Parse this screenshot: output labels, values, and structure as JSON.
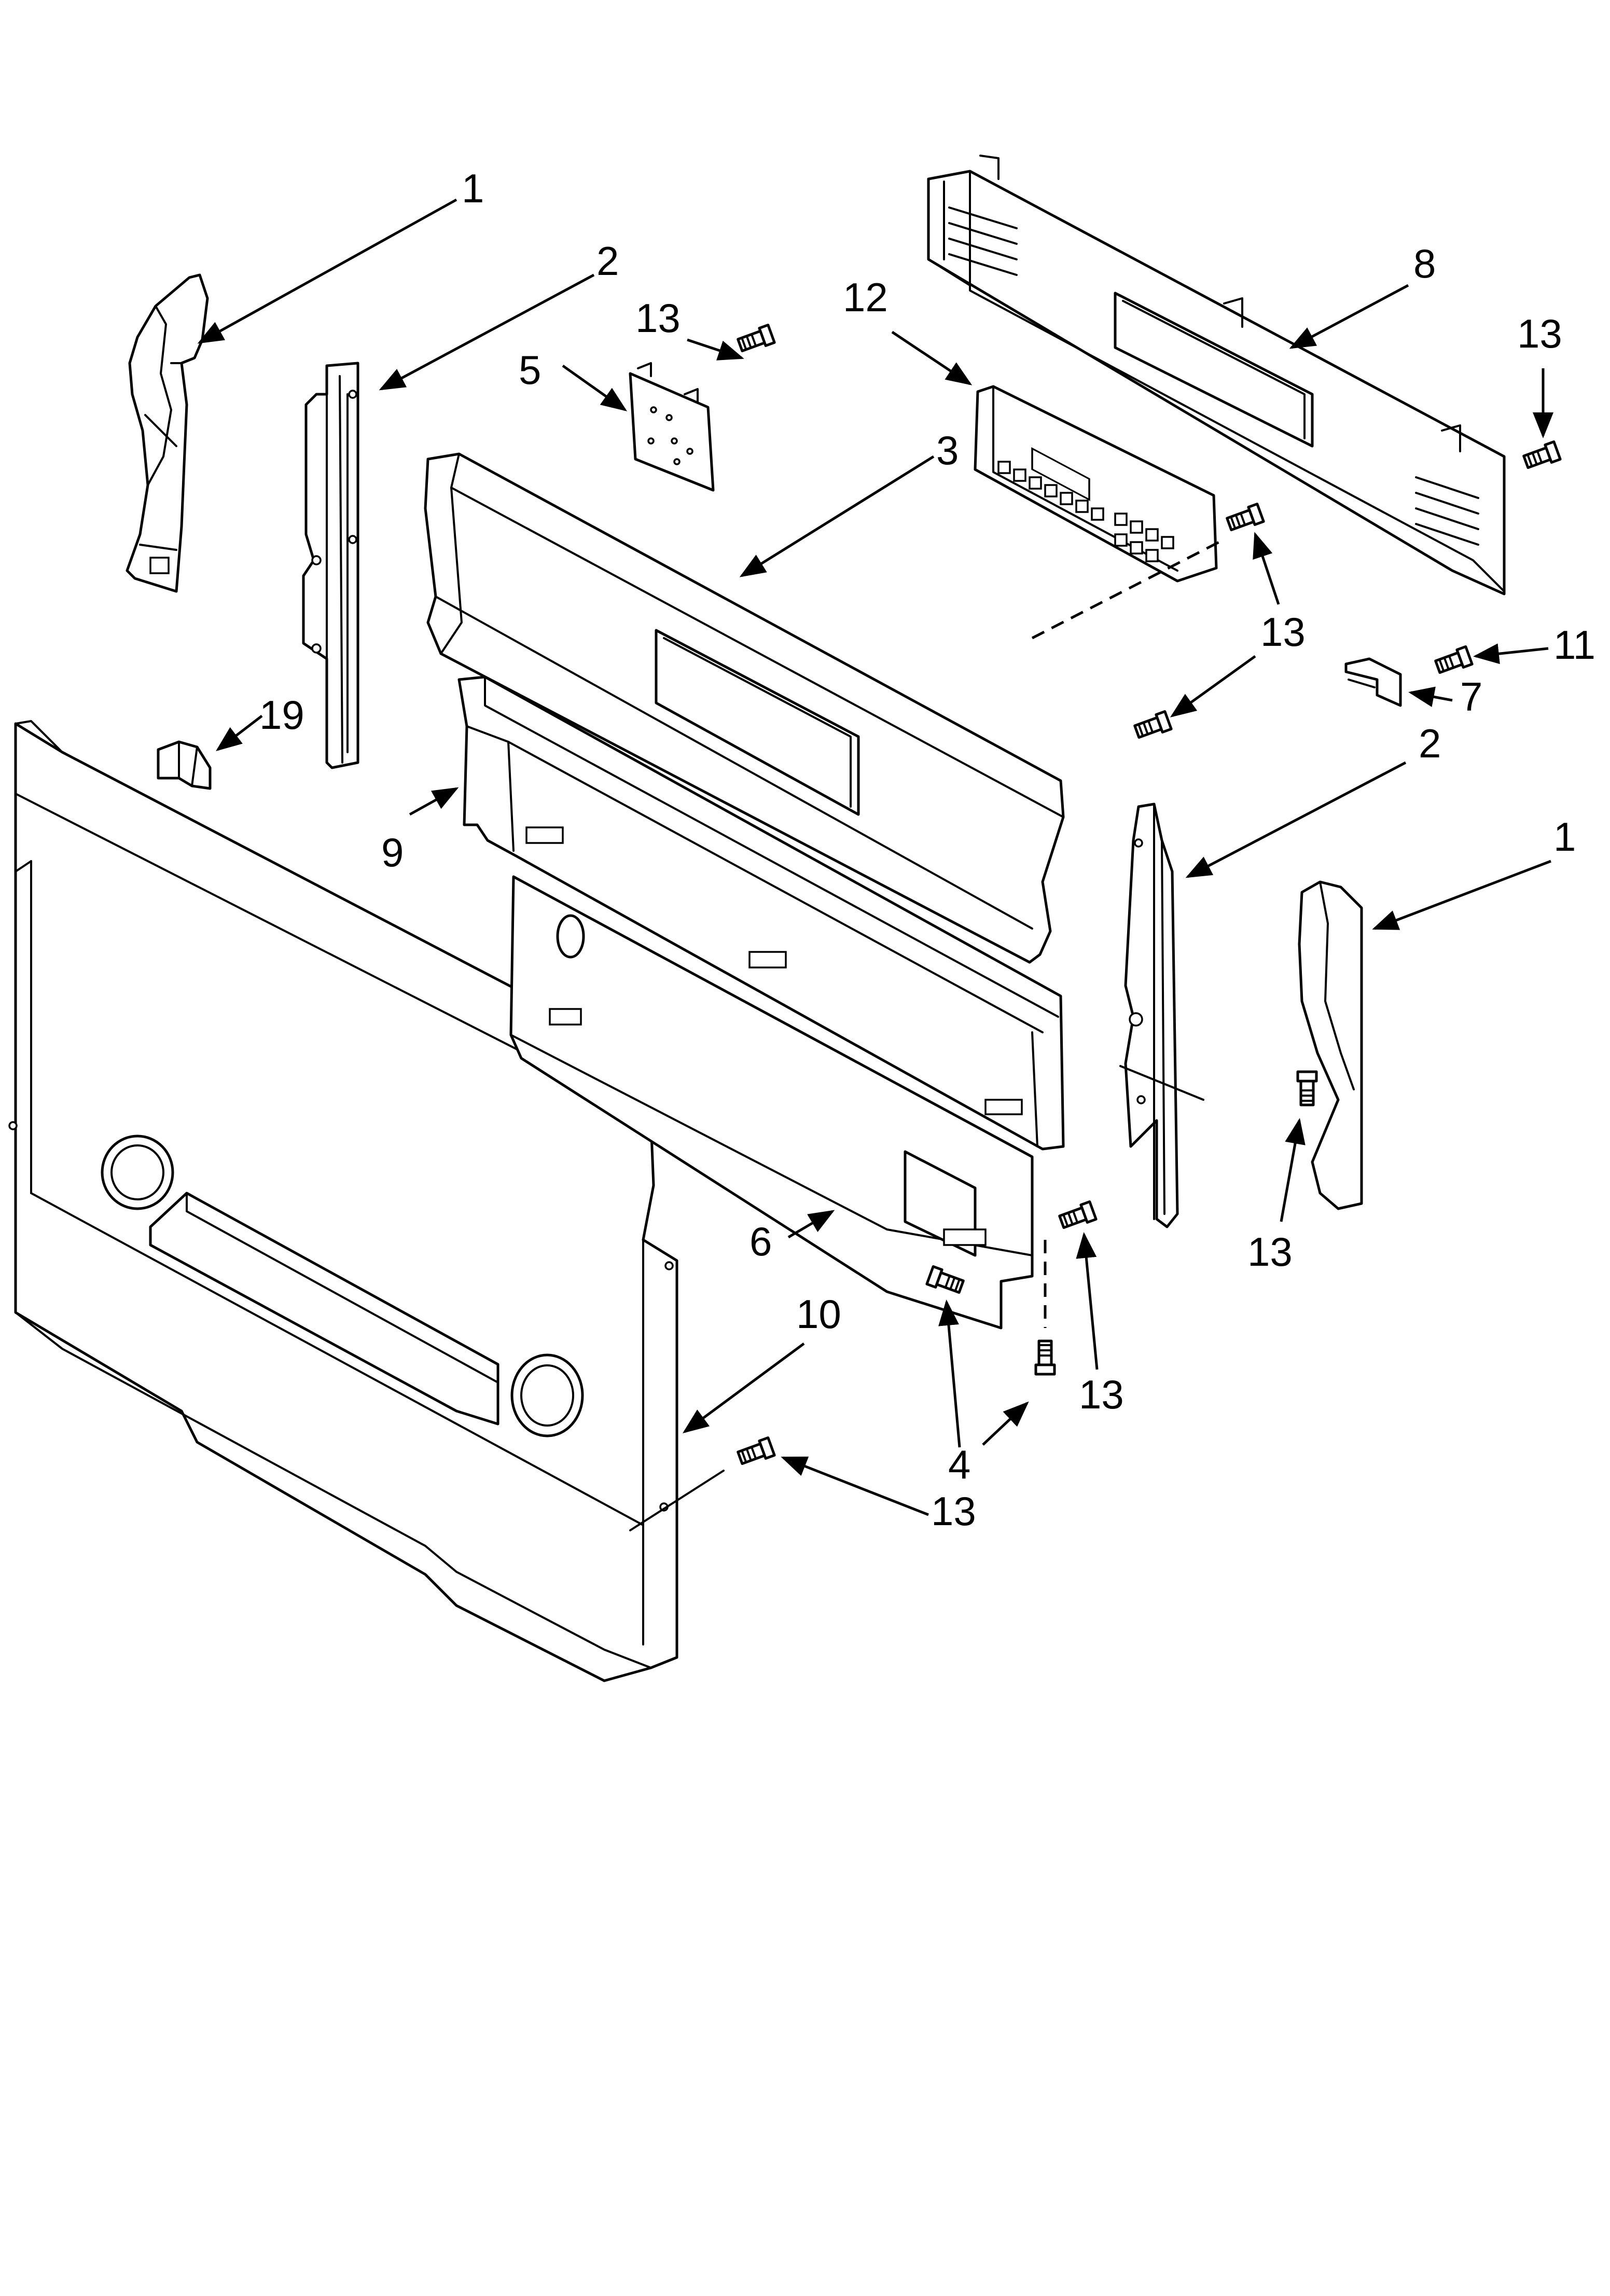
{
  "diagram": {
    "callouts": [
      {
        "id": "c1a",
        "label": "1"
      },
      {
        "id": "c2a",
        "label": "2"
      },
      {
        "id": "c13a",
        "label": "13"
      },
      {
        "id": "c5",
        "label": "5"
      },
      {
        "id": "c12",
        "label": "12"
      },
      {
        "id": "c8",
        "label": "8"
      },
      {
        "id": "c13b",
        "label": "13"
      },
      {
        "id": "c3",
        "label": "3"
      },
      {
        "id": "c13c",
        "label": "13"
      },
      {
        "id": "c11",
        "label": "11"
      },
      {
        "id": "c7",
        "label": "7"
      },
      {
        "id": "c2b",
        "label": "2"
      },
      {
        "id": "c1b",
        "label": "1"
      },
      {
        "id": "c19",
        "label": "19"
      },
      {
        "id": "c9",
        "label": "9"
      },
      {
        "id": "c6",
        "label": "6"
      },
      {
        "id": "c13d",
        "label": "13"
      },
      {
        "id": "c10",
        "label": "10"
      },
      {
        "id": "c13e",
        "label": "13"
      },
      {
        "id": "c4",
        "label": "4"
      },
      {
        "id": "c13f",
        "label": "13"
      }
    ]
  }
}
